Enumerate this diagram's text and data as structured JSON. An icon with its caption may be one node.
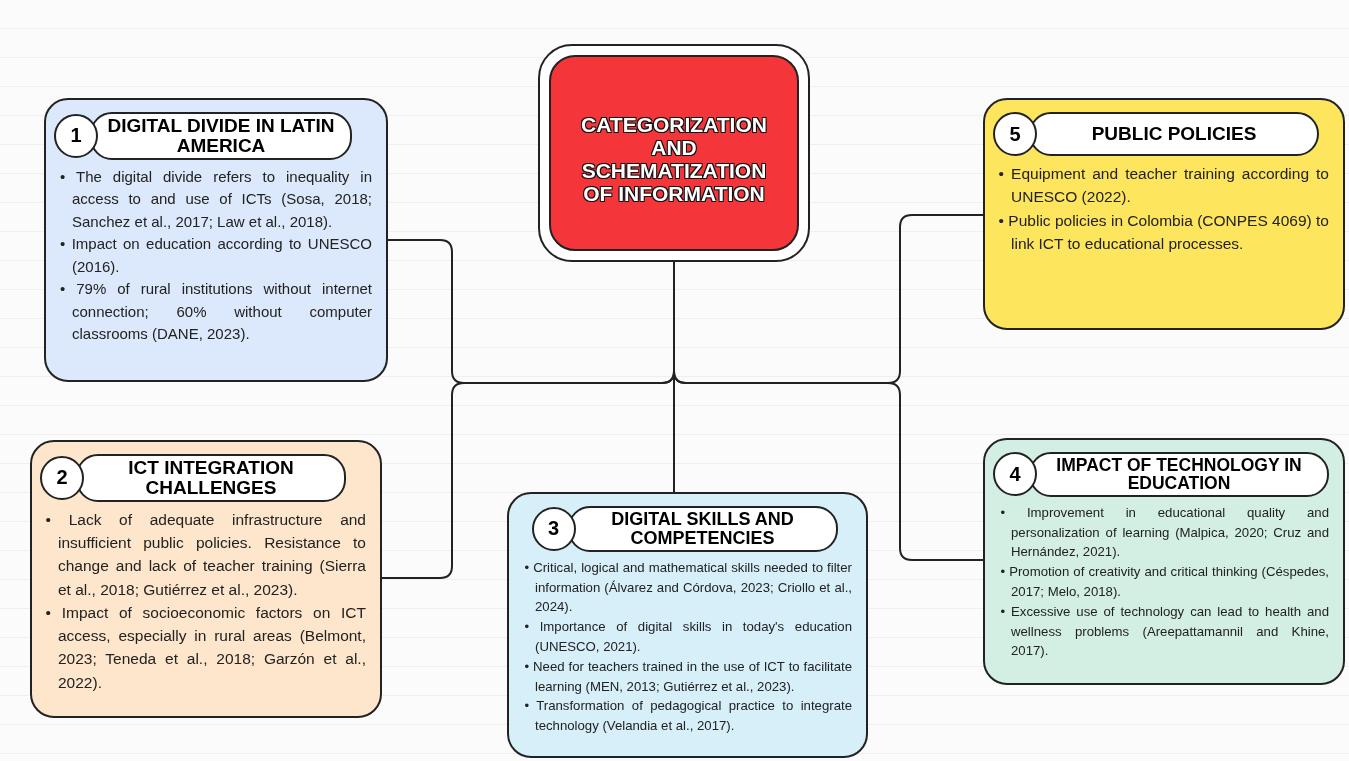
{
  "diagram": {
    "nodes": [
      {
        "text": [
          "CATEGORIZATION AND SCHEMATIZATION OF INFORMATION"
        ]
      },
      {
        "text": [
          "1",
          "DIGITAL DIVIDE IN LATIN AMERICA",
          "• The digital divide refers to inequality in access to and use of ICTs (Sosa, 2018; Sanchez et al., 2017; Law et al., 2018).",
          "• Impact on education according to UNESCO (2016).",
          "• 79% of rural institutions without internet connection; 60% without computer classrooms (DANE, 2023)."
        ]
      },
      {
        "text": [
          "2",
          "ICT INTEGRATION CHALLENGES",
          "• Lack of adequate infrastructure and insufficient public policies. Resistance to change and lack of teacher training (Sierra et al., 2018; Gutiérrez et al., 2023).",
          "• Impact of socioeconomic factors on ICT access, especially in rural areas (Belmont, 2023; Teneda et al., 2018; Garzón et al., 2022)."
        ]
      },
      {
        "text": [
          "3",
          "DIGITAL SKILLS AND COMPETENCIES",
          "• Critical, logical and mathematical skills needed to filter information (Álvarez and Córdova, 2023; Criollo et al., 2024).",
          "• Importance of digital skills in today's education (UNESCO, 2021).",
          "• Need for teachers trained in the use of ICT to facilitate learning (MEN, 2013; Gutiérrez et al., 2023).",
          "• Transformation of pedagogical practice to integrate technology (Velandia et al., 2017)."
        ]
      },
      {
        "text": [
          "4",
          "IMPACT OF TECHNOLOGY IN EDUCATION",
          "• Improvement in educational quality and personalization of learning (Malpica, 2020; Cruz and Hernández, 2021).",
          "• Promotion of creativity and critical thinking (Céspedes, 2017; Melo, 2018).",
          "• Excessive use of technology can lead to health and wellness problems (Areepattamannil and Khine, 2017)."
        ]
      },
      {
        "text": [
          "5",
          "PUBLIC POLICIES",
          "• Equipment and teacher training according to UNESCO (2022).",
          "• Public policies in Colombia (CONPES 4069) to link ICT to educational processes."
        ]
      }
    ],
    "edges": [
      {
        "from": 0,
        "to": 1,
        "arrow": "none"
      },
      {
        "from": 0,
        "to": 2,
        "arrow": "none"
      },
      {
        "from": 0,
        "to": 3,
        "arrow": "none"
      },
      {
        "from": 0,
        "to": 4,
        "arrow": "none"
      },
      {
        "from": 0,
        "to": 5,
        "arrow": "none"
      }
    ]
  }
}
